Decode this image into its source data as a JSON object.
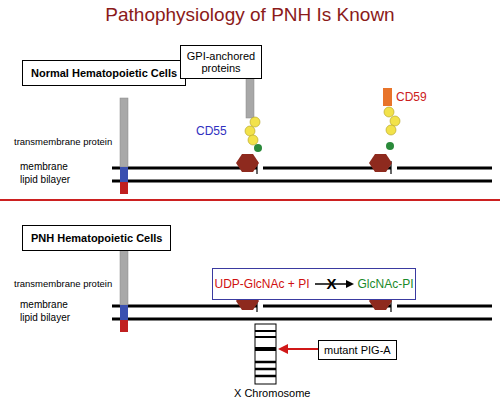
{
  "diagram": {
    "title": "Pathophysiology of PNH Is Known",
    "nodes": [
      {
        "text": [
          "Normal Hematopoietic Cells"
        ]
      },
      {
        "text": [
          "GPI-anchored proteins"
        ]
      },
      {
        "text": [
          "PNH Hematopoietic Cells"
        ]
      },
      {
        "text": [
          "UDP-GlcNAc + PI",
          "X",
          "GlcNAc-PI"
        ]
      },
      {
        "text": [
          "mutant PIG-A"
        ]
      }
    ],
    "labels": [
      "CD55",
      "CD59",
      "transmembrane protein",
      "membrane lipid bilayer",
      "transmembrane protein",
      "membrane lipid bilayer",
      "X Chromosome"
    ]
  }
}
